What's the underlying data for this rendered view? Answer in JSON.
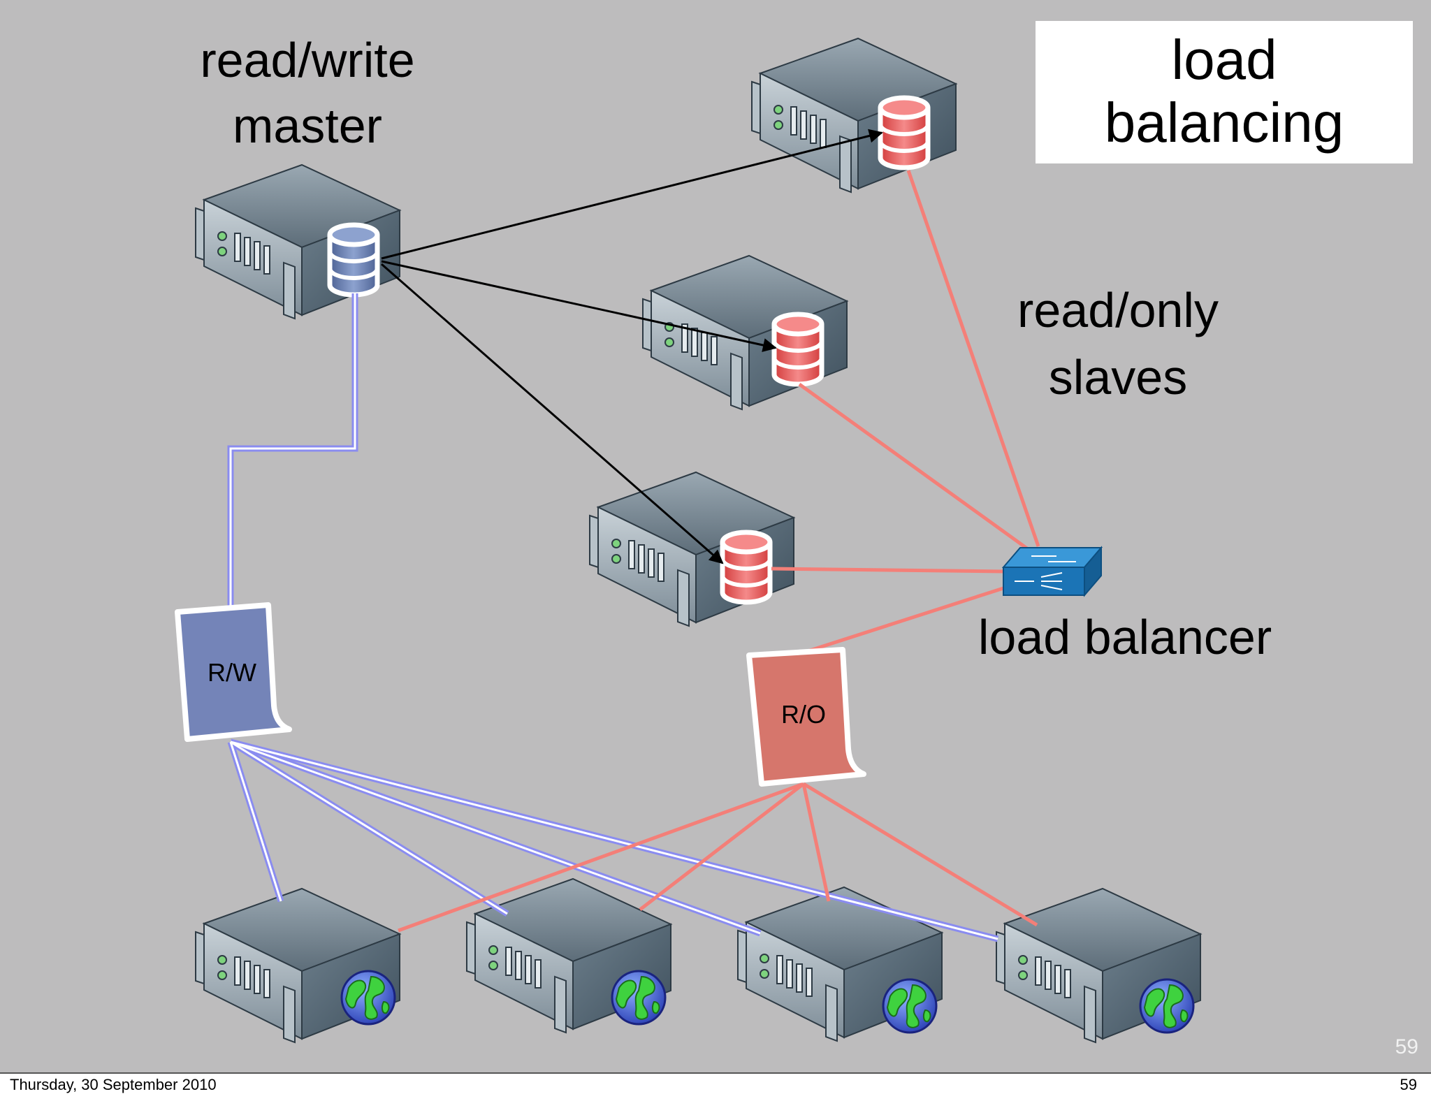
{
  "title": {
    "line1": "load",
    "line2": "balancing"
  },
  "labels": {
    "master_line1": "read/write",
    "master_line2": "master",
    "slaves_line1": "read/only",
    "slaves_line2": "slaves",
    "load_balancer": "load balancer",
    "rw_doc": "R/W",
    "ro_doc": "R/O"
  },
  "slide_number": "59",
  "footer": {
    "date": "Thursday, 30 September 2010",
    "page": "59"
  },
  "colors": {
    "background": "#bdbcbd",
    "rw_line": "#8a8cf0",
    "ro_line": "#f47f78",
    "rw_doc": "#7484b8",
    "ro_doc": "#d6766c",
    "master_db": "#7a8fbf",
    "slave_db": "#ef6b6b",
    "switch": "#1b74b6"
  },
  "icons": [
    "server-icon",
    "database-icon",
    "globe-icon",
    "switch-icon",
    "document-icon"
  ]
}
